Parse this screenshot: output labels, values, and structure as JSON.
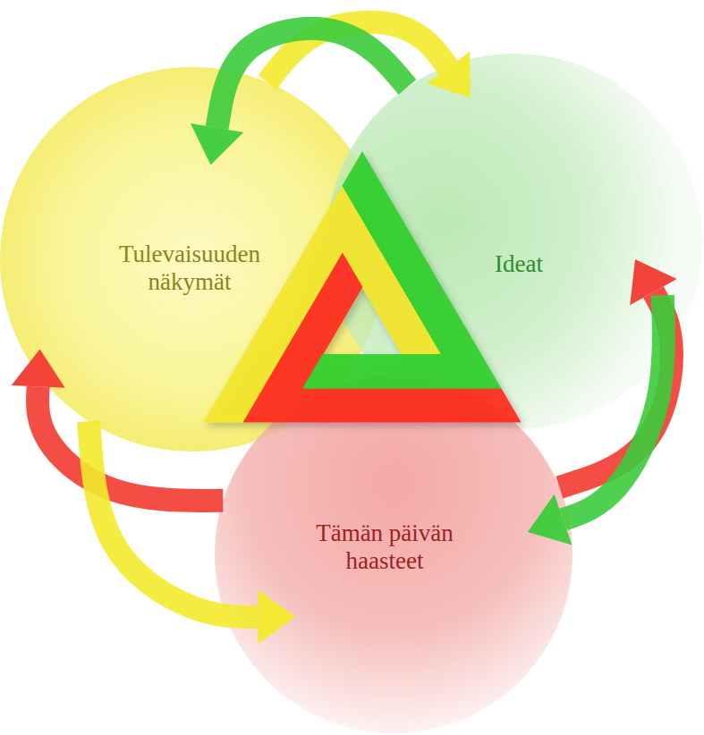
{
  "diagram": {
    "nodes": [
      {
        "text": [
          "Tulevaisuuden näkymät"
        ]
      },
      {
        "text": [
          "Ideat"
        ]
      },
      {
        "text": [
          "Tämän päivän haasteet"
        ]
      }
    ],
    "edges": [
      {
        "from": 0,
        "to": 1,
        "arrow": "to"
      },
      {
        "from": 1,
        "to": 0,
        "arrow": "to"
      },
      {
        "from": 2,
        "to": 1,
        "arrow": "to"
      },
      {
        "from": 1,
        "to": 2,
        "arrow": "to"
      },
      {
        "from": 2,
        "to": 0,
        "arrow": "to"
      },
      {
        "from": 0,
        "to": 2,
        "arrow": "to"
      }
    ]
  }
}
